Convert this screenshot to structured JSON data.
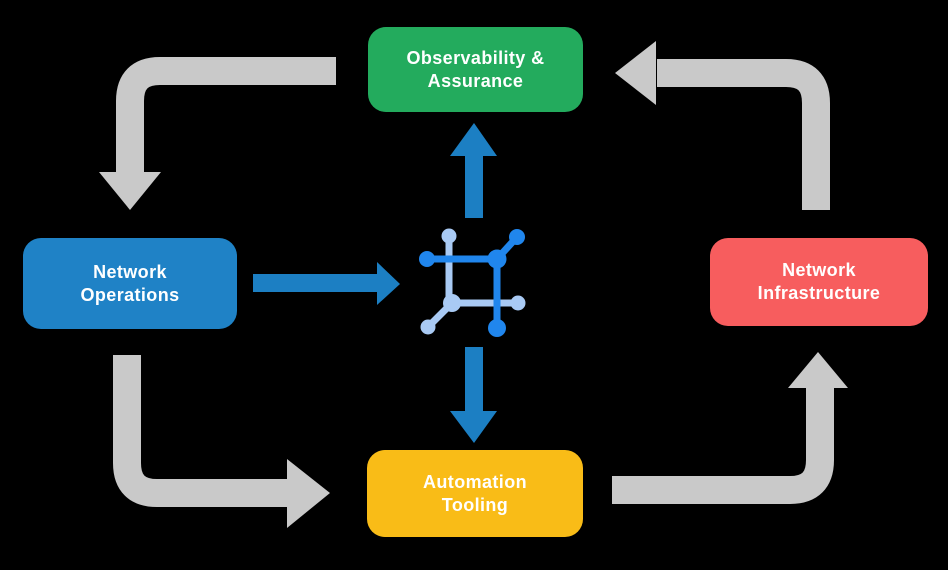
{
  "colors": {
    "background": "#000000",
    "arrow_gray": "#C9C9C9",
    "arrow_blue": "#1C7FC3",
    "node_green": "#23AB5D",
    "node_blue": "#1F82C6",
    "node_red": "#F75D5E",
    "node_yellow": "#F9BC17",
    "icon_dark_blue": "#2086ED",
    "icon_light_blue": "#A9CAF4",
    "label_text": "#FFFFFF"
  },
  "nodes": {
    "observability": {
      "lines": [
        "Observability &",
        "Assurance"
      ]
    },
    "operations": {
      "lines": [
        "Network",
        "Operations"
      ]
    },
    "infrastructure": {
      "lines": [
        "Network",
        "Infrastructure"
      ]
    },
    "automation": {
      "lines": [
        "Automation",
        "Tooling"
      ]
    }
  },
  "center_icon": {
    "name": "network-fabric-icon"
  },
  "flows": {
    "gray_cycle": [
      "observability-to-operations",
      "operations-to-automation",
      "automation-to-infrastructure",
      "infrastructure-to-observability"
    ],
    "blue_arrows": [
      "operations-to-center-icon",
      "center-icon-to-observability",
      "center-icon-to-automation"
    ]
  }
}
